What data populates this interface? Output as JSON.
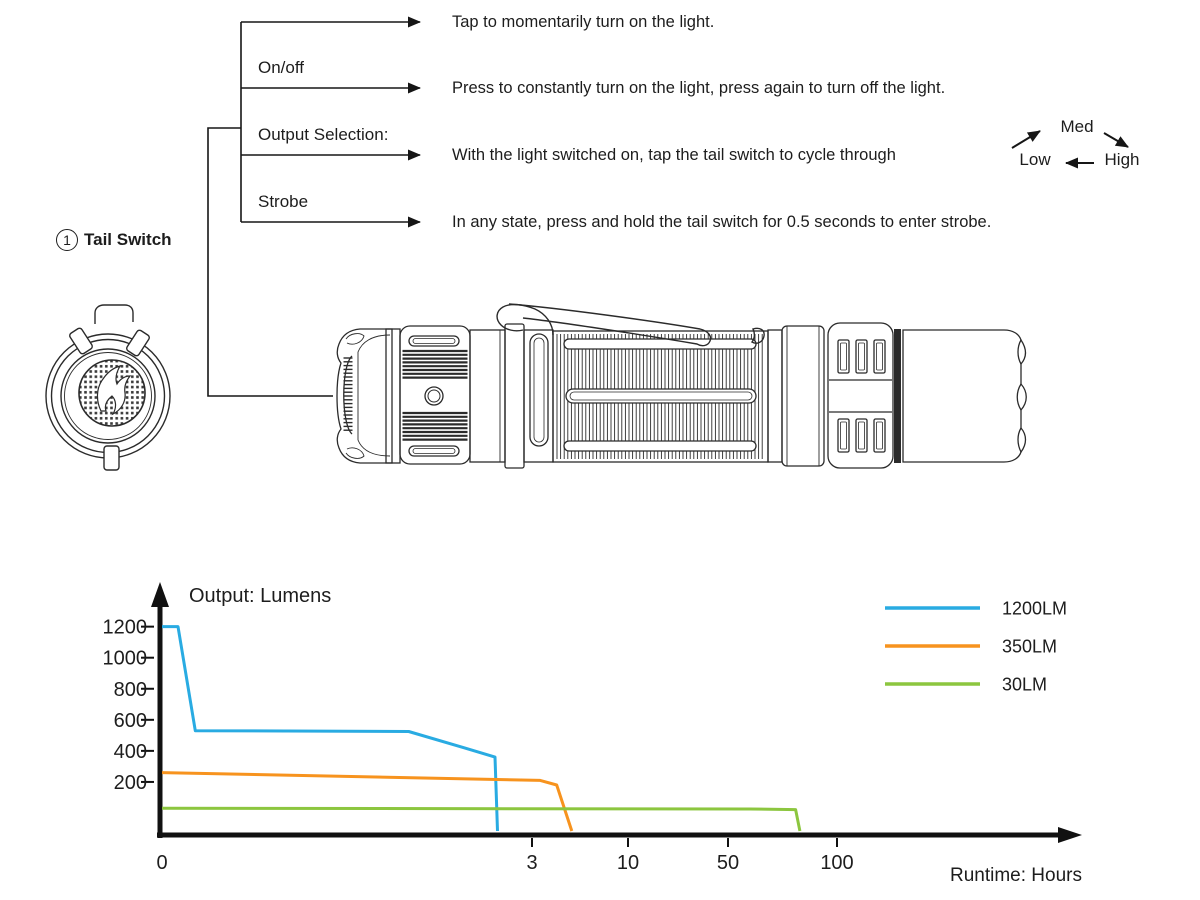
{
  "branches": {
    "rows": [
      {
        "label": "",
        "description": "Tap to momentarily turn on the light."
      },
      {
        "label": "On/off",
        "description": "Press to constantly turn on the light, press again to turn off the light."
      },
      {
        "label": "Output Selection:",
        "description": "With the light switched on, tap the tail switch to cycle through"
      },
      {
        "label": "Strobe",
        "description": "In any state, press and hold the tail switch for 0.5 seconds to enter strobe."
      }
    ],
    "cycle": {
      "med": "Med",
      "low": "Low",
      "high": "High"
    }
  },
  "callout": {
    "number": "1",
    "label": "Tail Switch"
  },
  "chart_data": {
    "type": "line",
    "title": "Output: Lumens",
    "xlabel": "Runtime: Hours",
    "x_axis_note": "non-linear runtime scale in hours",
    "x_ticks": [
      0,
      3,
      10,
      50,
      100
    ],
    "y_ticks": [
      1200,
      1000,
      800,
      600,
      400,
      200
    ],
    "ylim": [
      0,
      1300
    ],
    "grid": false,
    "legend_position": "top-right",
    "series": [
      {
        "name": "1200LM",
        "color": "#29ABE2",
        "points": [
          [
            0,
            1200
          ],
          [
            0.13,
            1200
          ],
          [
            0.27,
            530
          ],
          [
            2.0,
            525
          ],
          [
            2.45,
            420
          ],
          [
            2.7,
            360
          ],
          [
            2.72,
            0
          ]
        ]
      },
      {
        "name": "350LM",
        "color": "#F7931E",
        "points": [
          [
            0,
            260
          ],
          [
            3.6,
            210
          ],
          [
            4.8,
            180
          ],
          [
            5.9,
            0
          ]
        ]
      },
      {
        "name": "30LM",
        "color": "#8CC63F",
        "points": [
          [
            0,
            30
          ],
          [
            60,
            26
          ],
          [
            81,
            22
          ],
          [
            83,
            0
          ]
        ]
      }
    ]
  }
}
